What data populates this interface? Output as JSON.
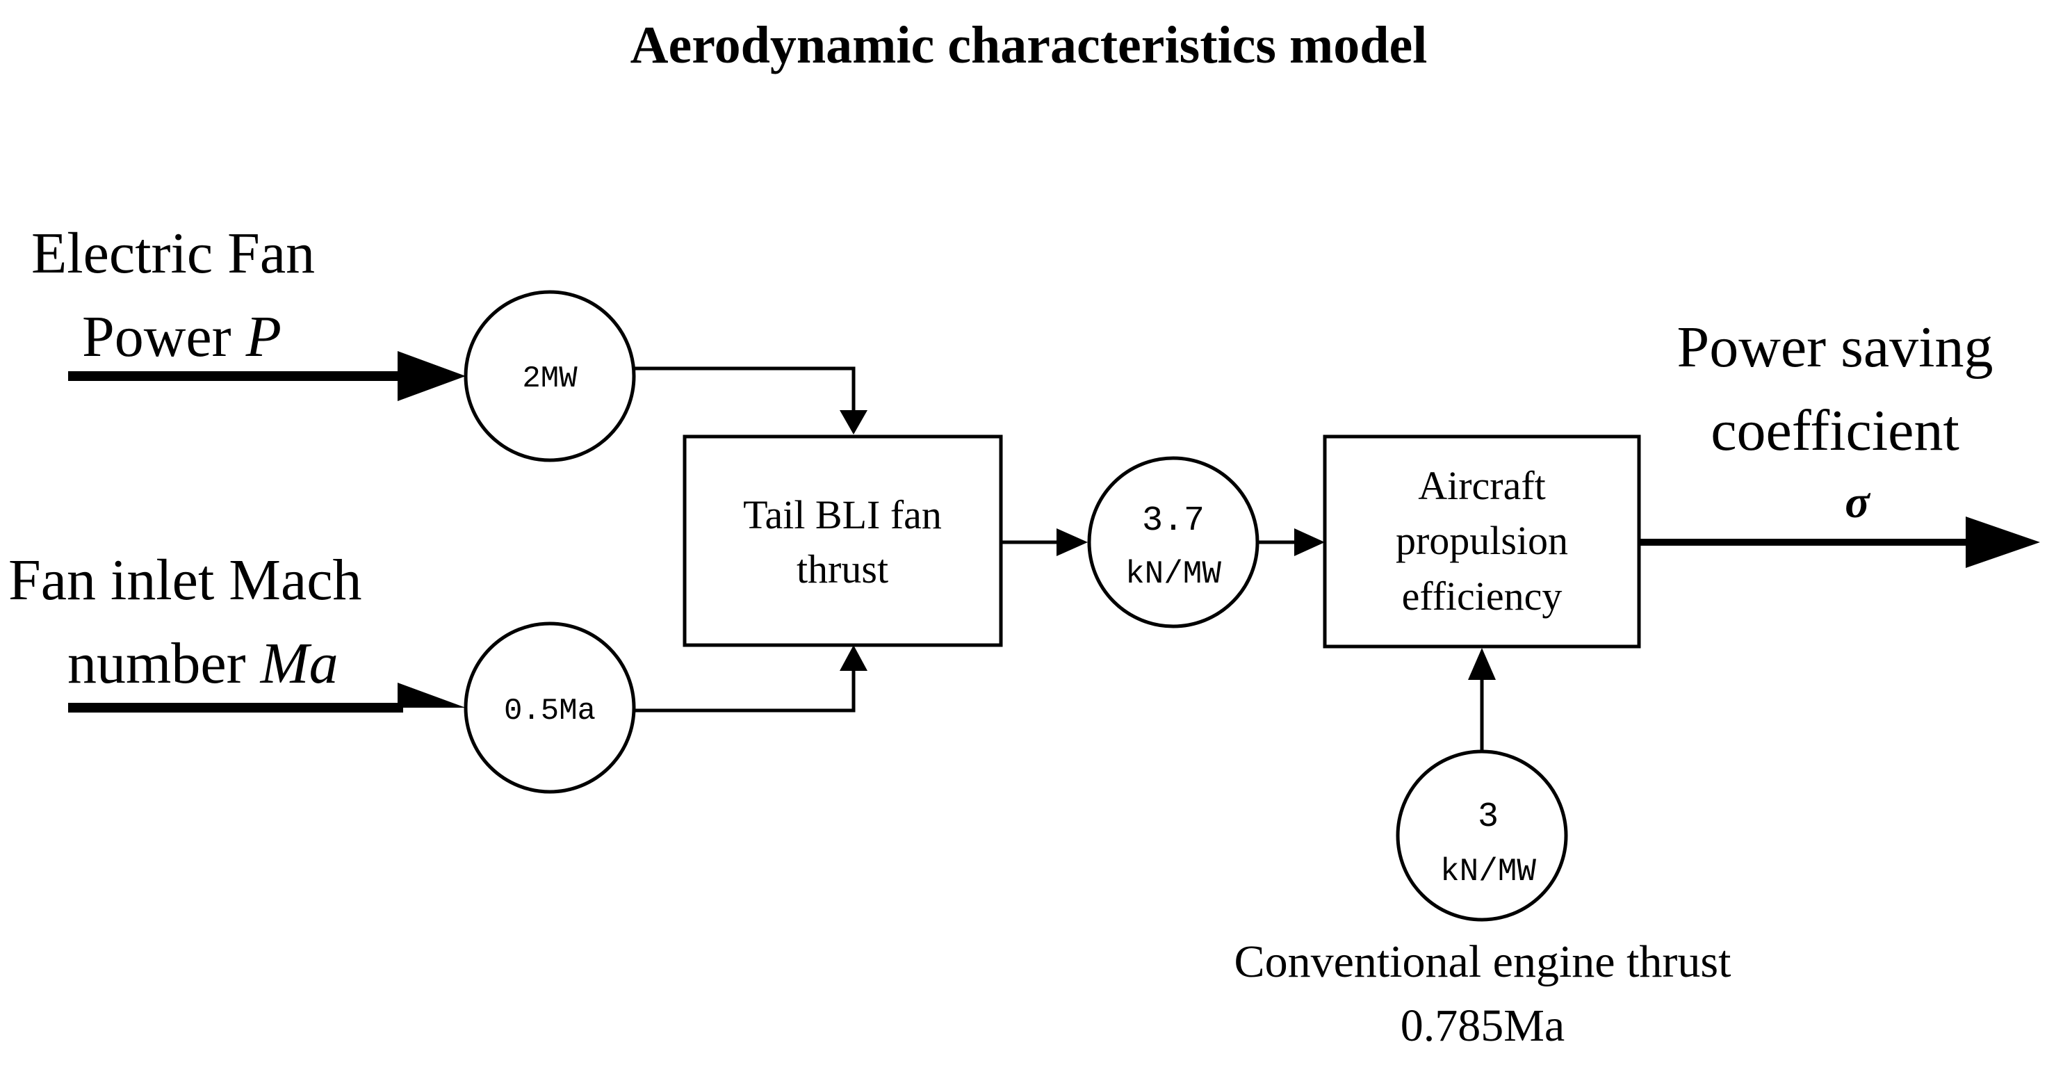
{
  "title": "Aerodynamic characteristics model",
  "inputs": {
    "power": {
      "line1": "Electric Fan",
      "line2": "Power ",
      "symbol": "P"
    },
    "mach": {
      "line1": "Fan inlet Mach",
      "line2": "number ",
      "symbol": "Ma"
    }
  },
  "nodes": {
    "power_value": "2MW",
    "mach_value": "0.5Ma",
    "fan_thrust_block": {
      "line1": "Tail BLI fan",
      "line2": "thrust"
    },
    "fan_thrust_value": {
      "line1": "3.7",
      "line2": "kN/MW"
    },
    "efficiency_block": {
      "line1": "Aircraft",
      "line2": "propulsion",
      "line3": "efficiency"
    },
    "engine_thrust_value": {
      "line1": "3",
      "line2": "kN/MW"
    }
  },
  "output": {
    "line1": "Power saving",
    "line2": "coefficient",
    "symbol": "σ"
  },
  "engine_caption": {
    "line1": "Conventional engine thrust",
    "line2": "0.785Ma"
  }
}
